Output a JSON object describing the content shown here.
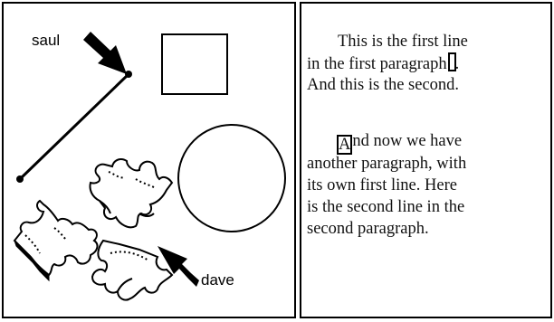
{
  "canvas": {
    "users": [
      {
        "name": "saul"
      },
      {
        "name": "dave"
      }
    ],
    "shapes": [
      "rectangle",
      "circle",
      "line",
      "puzzle-pieces"
    ]
  },
  "document": {
    "paragraph1": {
      "line1": "This is the first line",
      "line2_before_caret": "in the first paragraph",
      "line3": "And this is the second."
    },
    "paragraph2": {
      "line1_caret_char": "A",
      "line1_rest": "nd now we have",
      "line2": "another paragraph, with",
      "line3": "its own first line. Here",
      "line4": "is the second line in the",
      "line5": "second paragraph."
    }
  }
}
